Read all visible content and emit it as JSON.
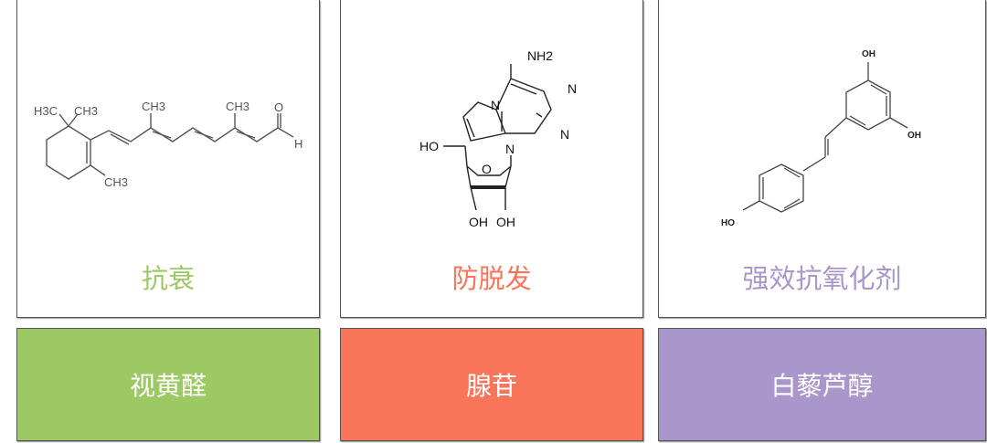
{
  "cards": [
    {
      "compound": "视黄醛",
      "benefit": "抗衰",
      "color": "#9dc965",
      "structure_labels": [
        "H3C",
        "CH3",
        "CH3",
        "CH3",
        "O",
        "H",
        "CH3"
      ]
    },
    {
      "compound": "腺苷",
      "benefit": "防脱发",
      "color": "#f87559",
      "structure_labels": [
        "NH2",
        "N",
        "N",
        "N",
        "N",
        "HO",
        "O",
        "OH",
        "OH"
      ]
    },
    {
      "compound": "白藜芦醇",
      "benefit": "强效抗氧化剂",
      "color": "#a996cb",
      "structure_labels": [
        "OH",
        "OH",
        "HO"
      ]
    }
  ]
}
